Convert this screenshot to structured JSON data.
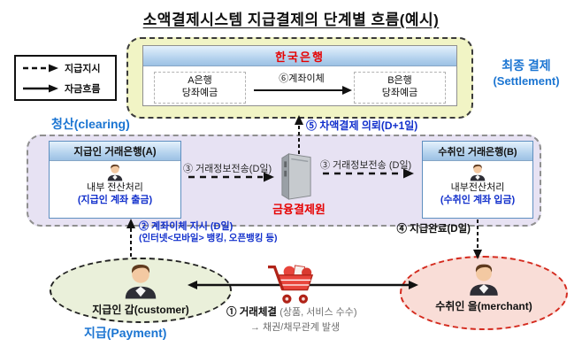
{
  "title": "소액결제시스템 지급결제의 단계별 흐름(예시)",
  "legend": {
    "dashed_label": "지급지시",
    "solid_label": "자금흐름"
  },
  "stages": {
    "settlement_ko": "최종 결제",
    "settlement_en": "(Settlement)",
    "clearing": "청산(clearing)",
    "payment": "지급(Payment)"
  },
  "bok": {
    "title": "한국은행",
    "deposit_a_line1": "A은행",
    "deposit_a_line2": "당좌예금",
    "deposit_b_line1": "B은행",
    "deposit_b_line2": "당좌예금",
    "step6": "⑥계좌이체"
  },
  "clearing": {
    "payer_header": "지급인 거래은행(A)",
    "payer_line1": "내부 전산처리",
    "payer_line2": "(지급인 계좌 출금)",
    "payee_header": "수취인 거래은행(B)",
    "payee_line1": "내부전산처리",
    "payee_line2": "(수취인 계좌 입금)",
    "house": "금융결제원",
    "step3_left": "③ 거래정보전송(D일)",
    "step3_right": "③ 거래정보전송 (D일)",
    "step5": "⑤ 차액결제 의뢰(D+1일)"
  },
  "steps": {
    "step2_line1": "② 계좌이체 지시 (D일)",
    "step2_line2": "(인터넷<모바일> 뱅킹, 오픈뱅킹 등)",
    "step4": "④ 지급완료(D일)",
    "step1": "① 거래체결",
    "step1_note": "(상품, 서비스 수수)",
    "step1_result": "→ 채권/채무관계 발생"
  },
  "actors": {
    "customer": "지급인 갑(customer)",
    "merchant": "수취인 을(merchant)"
  },
  "colors": {
    "accent_red": "#e60000",
    "stage_blue": "#1b75d2",
    "step_blue": "#1230cc",
    "bok_bg": "#f1f4c5",
    "clearing_bg": "#e7e2f3",
    "customer_bg": "#eaf0da",
    "merchant_bg": "#f9ddd7",
    "merchant_border": "#d42a1e"
  }
}
